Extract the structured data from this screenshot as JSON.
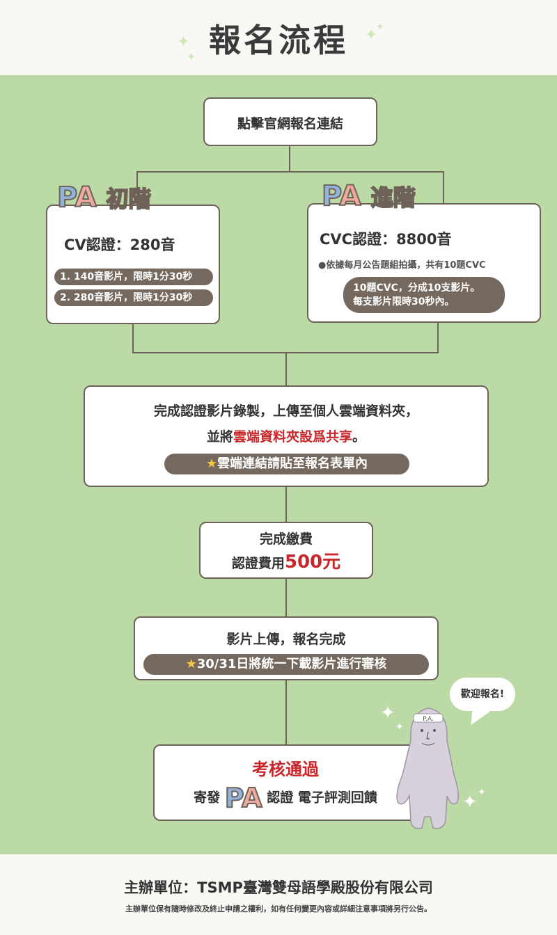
{
  "header": {
    "title": "報名流程"
  },
  "step1": {
    "label": "點擊官網報名連結"
  },
  "basic": {
    "pa": "PA",
    "level": "初階",
    "cert": "CV認證：280音",
    "items": [
      "1. 140音影片，限時1分30秒",
      "2. 280音影片，限時1分30秒"
    ]
  },
  "advanced": {
    "pa": "PA",
    "level": "進階",
    "cert": "CVC認證：8800音",
    "note": "●依據每月公告題組拍攝，共有10題CVC",
    "pill_line1": "10題CVC，分成10支影片。",
    "pill_line2": "每支影片限時30秒內。"
  },
  "step2": {
    "line1": "完成認證影片錄製，上傳至個人雲端資料夾，",
    "line2_prefix": "並將",
    "line2_highlight": "雲端資料夾設爲共享",
    "line2_suffix": "。",
    "pill": "雲端連結請貼至報名表單內"
  },
  "step3": {
    "line1": "完成繳費",
    "fee_prefix": "認證費用",
    "fee_amount": "500元"
  },
  "step4": {
    "line1": "影片上傳，報名完成",
    "pill": "30/31日將統一下載影片進行審核"
  },
  "step5": {
    "title": "考核通過",
    "prefix": "寄發",
    "pa": "PA",
    "suffix": "認證 電子評測回饋"
  },
  "mascot": {
    "bubble": "歡迎報名!",
    "band": "P.A."
  },
  "footer": {
    "organizer": "主辦單位：TSMP臺灣雙母語學殿股份有限公司",
    "disclaimer": "主辦單位保有隨時修改及終止申請之權利，如有任何變更內容或詳細注意事項將另行公告。"
  },
  "colors": {
    "green": "#bcdaa5",
    "border": "#6e6157",
    "red": "#c8262a",
    "pa_blue": "#8fb3dc",
    "pa_pink": "#eeaaa0"
  }
}
